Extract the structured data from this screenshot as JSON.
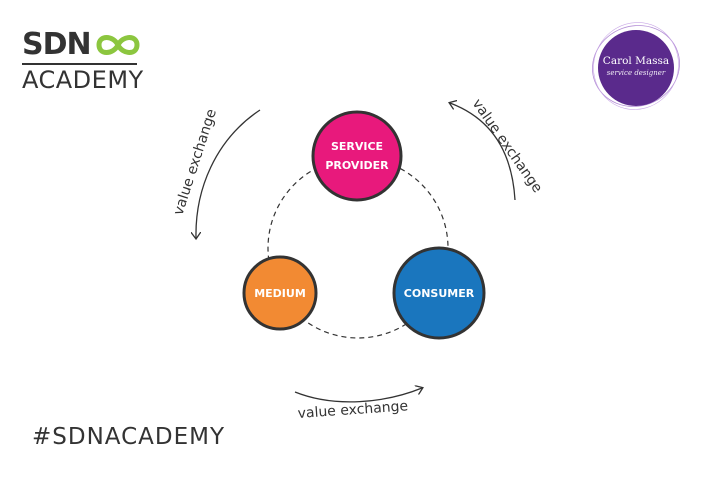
{
  "logo": {
    "sdn": "SDN",
    "academy": "ACADEMY",
    "brand_color": "#8cc63f"
  },
  "badge": {
    "name": "Carol Massa",
    "subtitle": "service designer",
    "color": "#5a2a8c"
  },
  "hashtag": "#SDNACADEMY",
  "nodes": {
    "provider": {
      "line1": "SERVICE",
      "line2": "PROVIDER",
      "color": "#e8197c"
    },
    "medium": {
      "label": "MEDIUM",
      "color": "#f28a33"
    },
    "consumer": {
      "label": "CONSUMER",
      "color": "#1a76be"
    }
  },
  "arrows": {
    "left": "value exchange",
    "right": "value exchange",
    "bottom": "value exchange"
  }
}
